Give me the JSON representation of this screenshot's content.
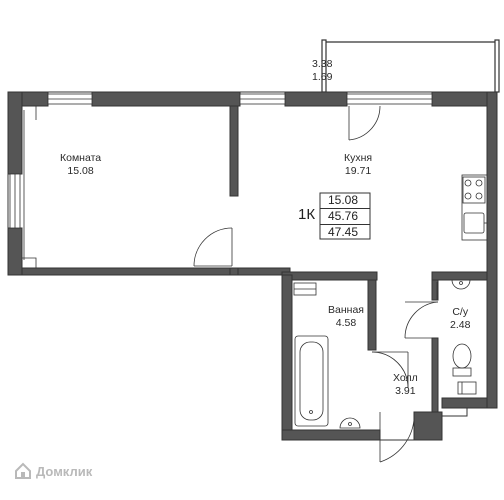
{
  "rooms": {
    "room": {
      "name": "Комната",
      "area": "15.08"
    },
    "kitchen": {
      "name": "Кухня",
      "area": "19.71"
    },
    "bathroom": {
      "name": "Ванная",
      "area": "4.58"
    },
    "toilet": {
      "name": "С/у",
      "area": "2.48"
    },
    "hall": {
      "name": "Холл",
      "area": "3.91"
    },
    "balcony": {
      "area_top": "3.38",
      "area_bottom": "1.69"
    }
  },
  "summary": {
    "type_code": "1К",
    "living_area": "15.08",
    "total_area": "45.76",
    "total_with_balcony": "47.45"
  },
  "brand": {
    "name": "Домклик"
  },
  "colors": {
    "wall": "#555555",
    "line": "#333333",
    "brand": "#b9b9b9"
  }
}
